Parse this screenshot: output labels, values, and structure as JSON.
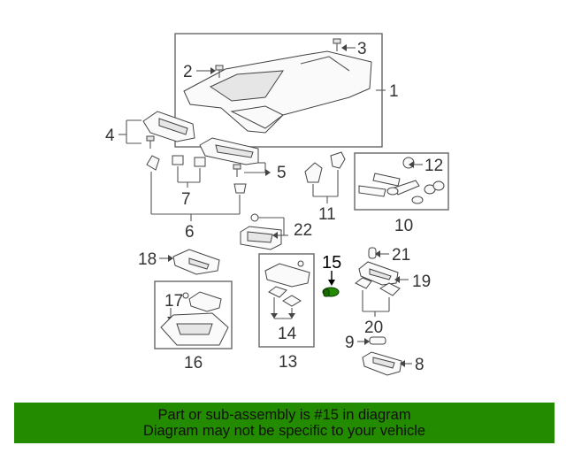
{
  "callouts": [
    "1",
    "2",
    "3",
    "4",
    "5",
    "6",
    "7",
    "8",
    "9",
    "10",
    "11",
    "12",
    "13",
    "14",
    "15",
    "16",
    "17",
    "18",
    "19",
    "20",
    "21",
    "22"
  ],
  "highlight_color": "#228b00",
  "banner": {
    "line1": "Part or sub-assembly is #15 in diagram",
    "line2": "Diagram may not be specific to your vehicle"
  }
}
